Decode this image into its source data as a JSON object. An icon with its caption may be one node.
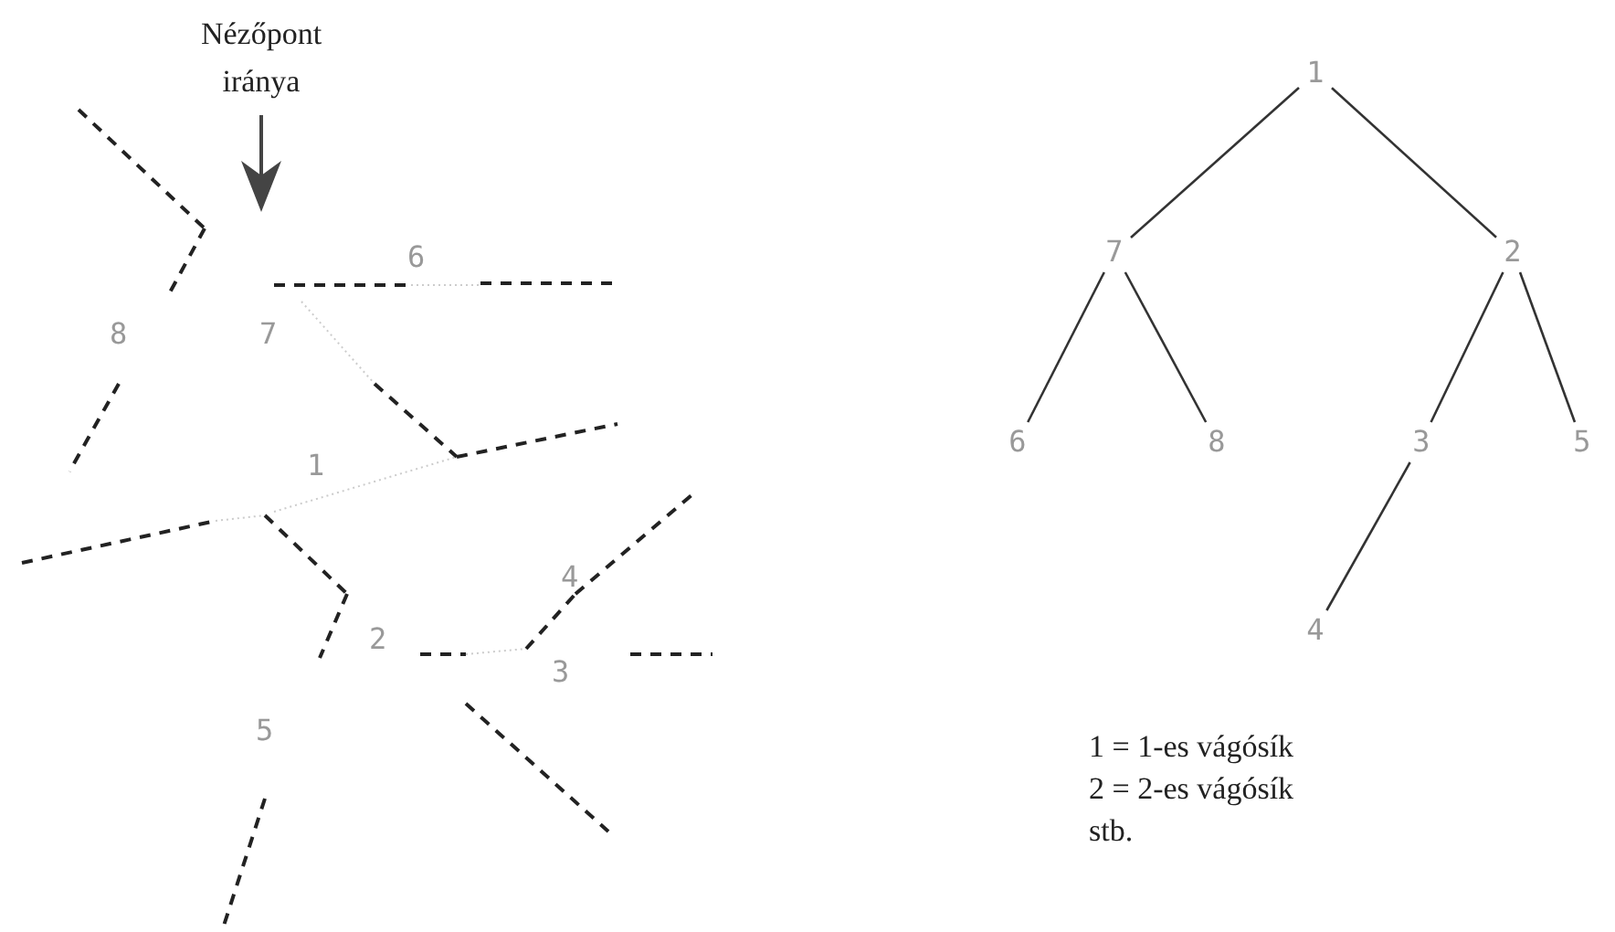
{
  "diagram": {
    "nodes": [
      {
        "text": [
          "1"
        ]
      },
      {
        "text": [
          "7"
        ]
      },
      {
        "text": [
          "2"
        ]
      },
      {
        "text": [
          "6"
        ]
      },
      {
        "text": [
          "8"
        ]
      },
      {
        "text": [
          "3"
        ]
      },
      {
        "text": [
          "5"
        ]
      },
      {
        "text": [
          "4"
        ]
      }
    ],
    "edges": [
      {
        "from": 0,
        "to": 1,
        "arrow": "none"
      },
      {
        "from": 0,
        "to": 2,
        "arrow": "none"
      },
      {
        "from": 1,
        "to": 3,
        "arrow": "none"
      },
      {
        "from": 1,
        "to": 4,
        "arrow": "none"
      },
      {
        "from": 2,
        "to": 5,
        "arrow": "none"
      },
      {
        "from": 2,
        "to": 6,
        "arrow": "none"
      },
      {
        "from": 5,
        "to": 7,
        "arrow": "none"
      }
    ],
    "labels": [
      "Nézőpont iránya",
      "6",
      "8",
      "7",
      "1",
      "4",
      "2",
      "3",
      "5",
      "1 = 1-es vágósík",
      "2 = 2-es vágósík",
      "stb."
    ]
  }
}
